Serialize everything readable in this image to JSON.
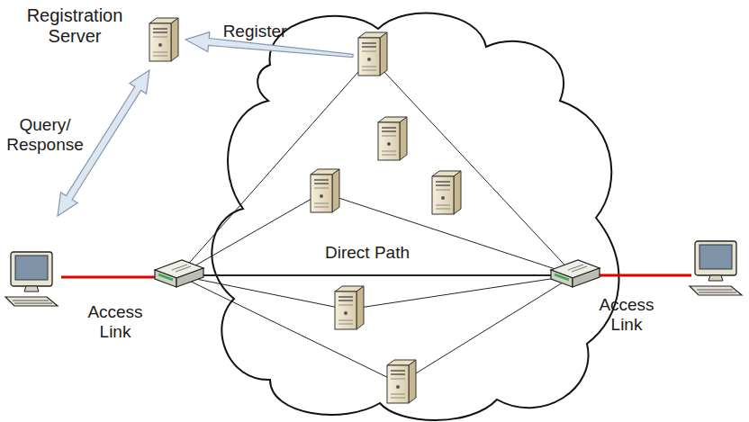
{
  "diagram": {
    "nodes": [
      {
        "text": [
          "Registration Server"
        ]
      }
    ],
    "labels": [
      "Register",
      "Query/ Response",
      "Direct Path",
      "Access Link",
      "Access Link"
    ]
  }
}
